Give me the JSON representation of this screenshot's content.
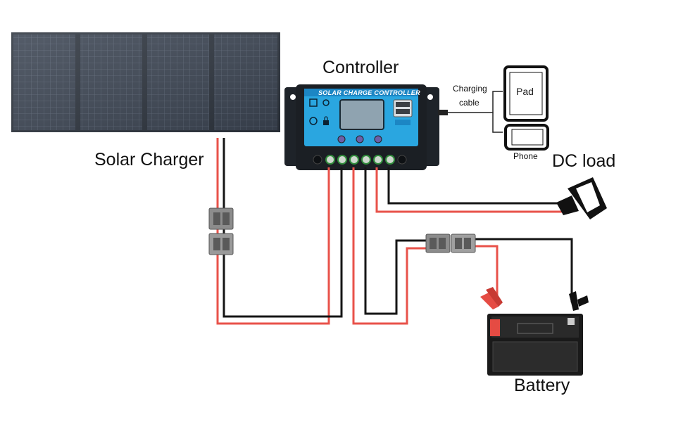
{
  "labels": {
    "solar_charger": "Solar Charger",
    "controller": "Controller",
    "controller_panel": "SOLAR CHARGE CONTROLLER",
    "charging_cable_line1": "Charging",
    "charging_cable_line2": "cable",
    "pad": "Pad",
    "phone": "Phone",
    "dc_load": "DC  load",
    "battery": "Battery"
  },
  "colors": {
    "positive_wire": "#e8524a",
    "negative_wire": "#151515",
    "controller_panel": "#2aa6e0",
    "solar_panel": "#3a4350"
  },
  "icons": {
    "solar_panel": "solar-panel-icon",
    "controller": "charge-controller-icon",
    "usb_port": "usb-port-icon",
    "tablet": "tablet-icon",
    "phone": "phone-icon",
    "dc_load": "dc-load-icon",
    "battery": "battery-icon",
    "clamp": "alligator-clamp-icon",
    "connector": "anderson-connector-icon"
  }
}
